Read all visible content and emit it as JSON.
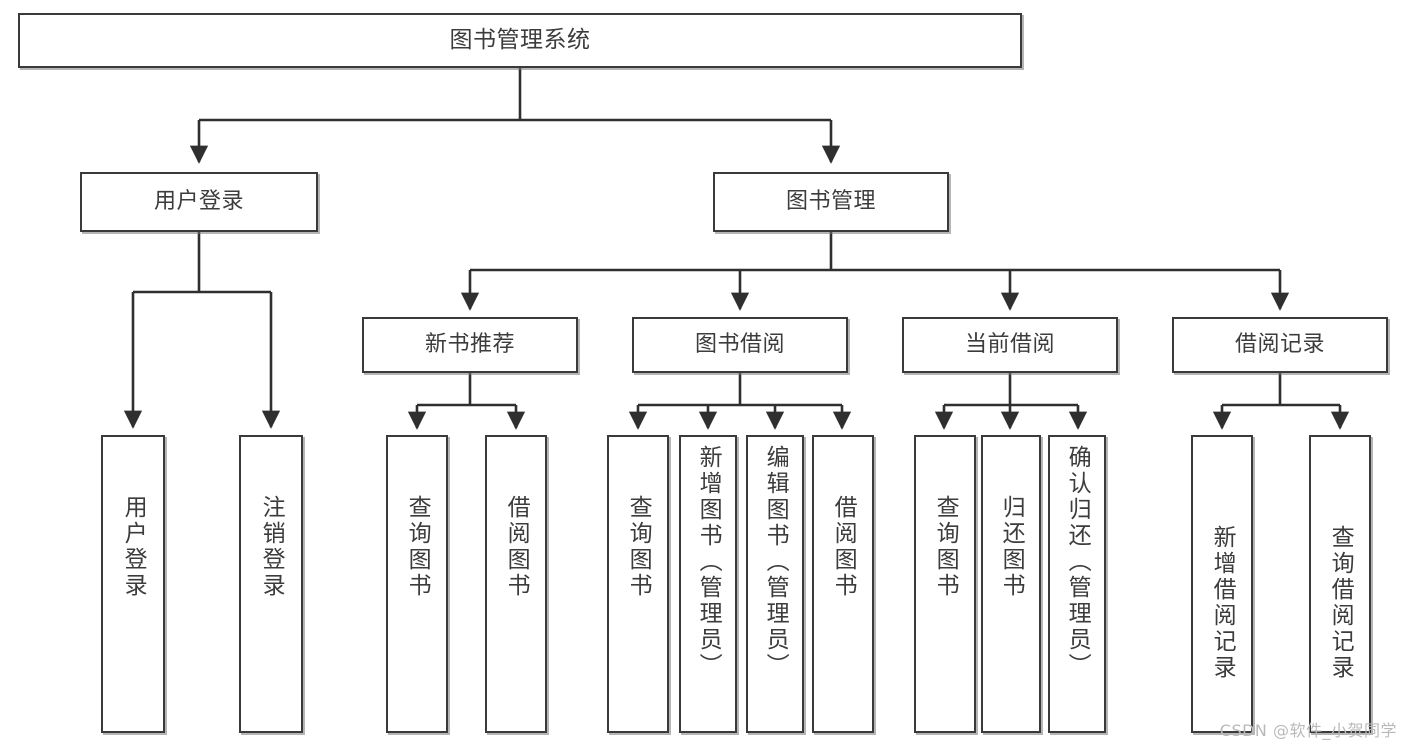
{
  "diagram": {
    "title": "图书管理系统",
    "type": "hierarchy-tree",
    "watermark": "CSDN @软件_小贺同学",
    "colors": {
      "box_border": "#3a3a3a",
      "box_fill": "#ffffff",
      "text": "#3c3c3c",
      "connector": "#2f2f2f",
      "watermark": "#b9b9b9"
    },
    "nodes": {
      "root": {
        "label": "图书管理系统"
      },
      "level1": [
        {
          "id": "user-login",
          "label": "用户登录"
        },
        {
          "id": "book-management",
          "label": "图书管理"
        }
      ],
      "level2": [
        {
          "id": "new-book-recommend",
          "label": "新书推荐",
          "parent": "book-management"
        },
        {
          "id": "book-borrow",
          "label": "图书借阅",
          "parent": "book-management"
        },
        {
          "id": "current-borrow",
          "label": "当前借阅",
          "parent": "book-management"
        },
        {
          "id": "borrow-record",
          "label": "借阅记录",
          "parent": "book-management"
        }
      ],
      "level3": [
        {
          "id": "leaf-user-login",
          "label": "用户登录",
          "parent": "user-login"
        },
        {
          "id": "leaf-logout",
          "label": "注销登录",
          "parent": "user-login"
        },
        {
          "id": "leaf-query-book-1",
          "label": "查询图书",
          "parent": "new-book-recommend"
        },
        {
          "id": "leaf-borrow-book-1",
          "label": "借阅图书",
          "parent": "new-book-recommend"
        },
        {
          "id": "leaf-query-book-2",
          "label": "查询图书",
          "parent": "book-borrow"
        },
        {
          "id": "leaf-add-book",
          "label": "新增图书（管理员）",
          "parent": "book-borrow"
        },
        {
          "id": "leaf-edit-book",
          "label": "编辑图书（管理员）",
          "parent": "book-borrow"
        },
        {
          "id": "leaf-borrow-book-2",
          "label": "借阅图书",
          "parent": "book-borrow"
        },
        {
          "id": "leaf-query-book-3",
          "label": "查询图书",
          "parent": "current-borrow"
        },
        {
          "id": "leaf-return-book",
          "label": "归还图书",
          "parent": "current-borrow"
        },
        {
          "id": "leaf-confirm-return",
          "label": "确认归还（管理员）",
          "parent": "current-borrow"
        },
        {
          "id": "leaf-add-record",
          "label": "新增借阅记录",
          "parent": "borrow-record"
        },
        {
          "id": "leaf-query-record",
          "label": "查询借阅记录",
          "parent": "borrow-record"
        }
      ]
    }
  }
}
